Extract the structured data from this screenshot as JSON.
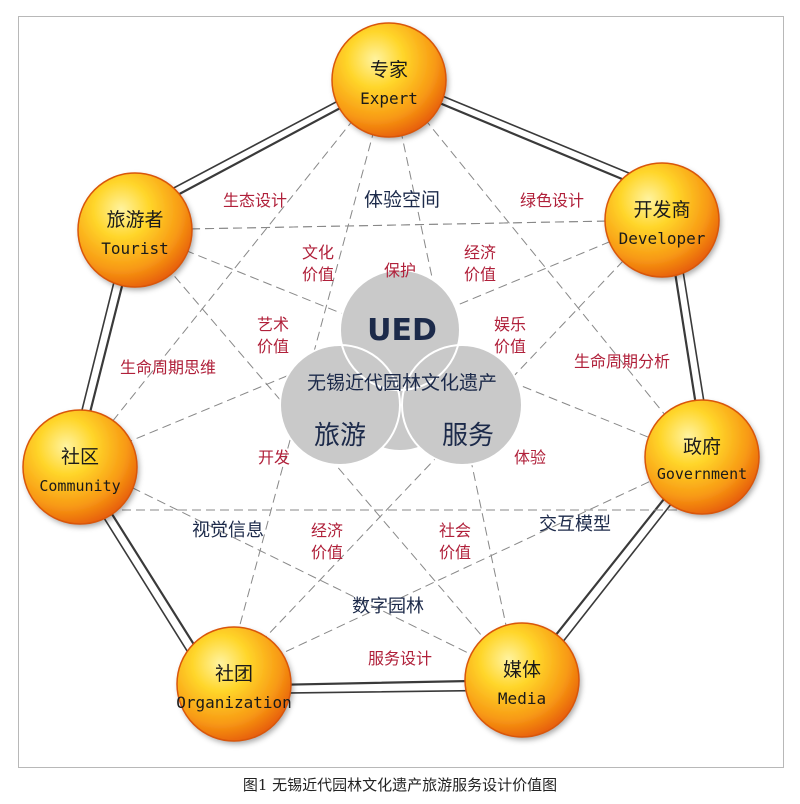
{
  "colors": {
    "red_label": "#b0203a",
    "navy_label": "#1c2a4a",
    "cloud": "#c9c9c9",
    "orb_light": "#ffe34a",
    "orb_dark": "#f07a0c"
  },
  "nodes": [
    {
      "id": "expert",
      "zh": "专家",
      "en": "Expert"
    },
    {
      "id": "developer",
      "zh": "开发商",
      "en": "Developer"
    },
    {
      "id": "government",
      "zh": "政府",
      "en": "Government"
    },
    {
      "id": "media",
      "zh": "媒体",
      "en": "Media"
    },
    {
      "id": "organization",
      "zh": "社团",
      "en": "Organization"
    },
    {
      "id": "community",
      "zh": "社区",
      "en": "Community"
    },
    {
      "id": "tourist",
      "zh": "旅游者",
      "en": "Tourist"
    }
  ],
  "center": {
    "ued": "UED",
    "heritage": "无锡近代园林文化遗产",
    "tourism": "旅游",
    "service": "服务"
  },
  "labels": {
    "eco_design": "生态设计",
    "green_design": "绿色设计",
    "experience_space": "体验空间",
    "culture_value_1": "文化",
    "culture_value_2": "价值",
    "protect": "保护",
    "economy_value_1": "经济",
    "economy_value_2": "价值",
    "art_value_1": "艺术",
    "art_value_2": "价值",
    "entertain_value_1": "娱乐",
    "entertain_value_2": "价值",
    "lifecycle_thinking": "生命周期思维",
    "lifecycle_analysis": "生命周期分析",
    "develop": "开发",
    "experience": "体验",
    "visual_info": "视觉信息",
    "interaction_model": "交互模型",
    "economy2_value_1": "经济",
    "economy2_value_2": "价值",
    "social_value_1": "社会",
    "social_value_2": "价值",
    "digital_garden": "数字园林",
    "service_design": "服务设计"
  },
  "caption": "图1 无锡近代园林文化遗产旅游服务设计价值图"
}
